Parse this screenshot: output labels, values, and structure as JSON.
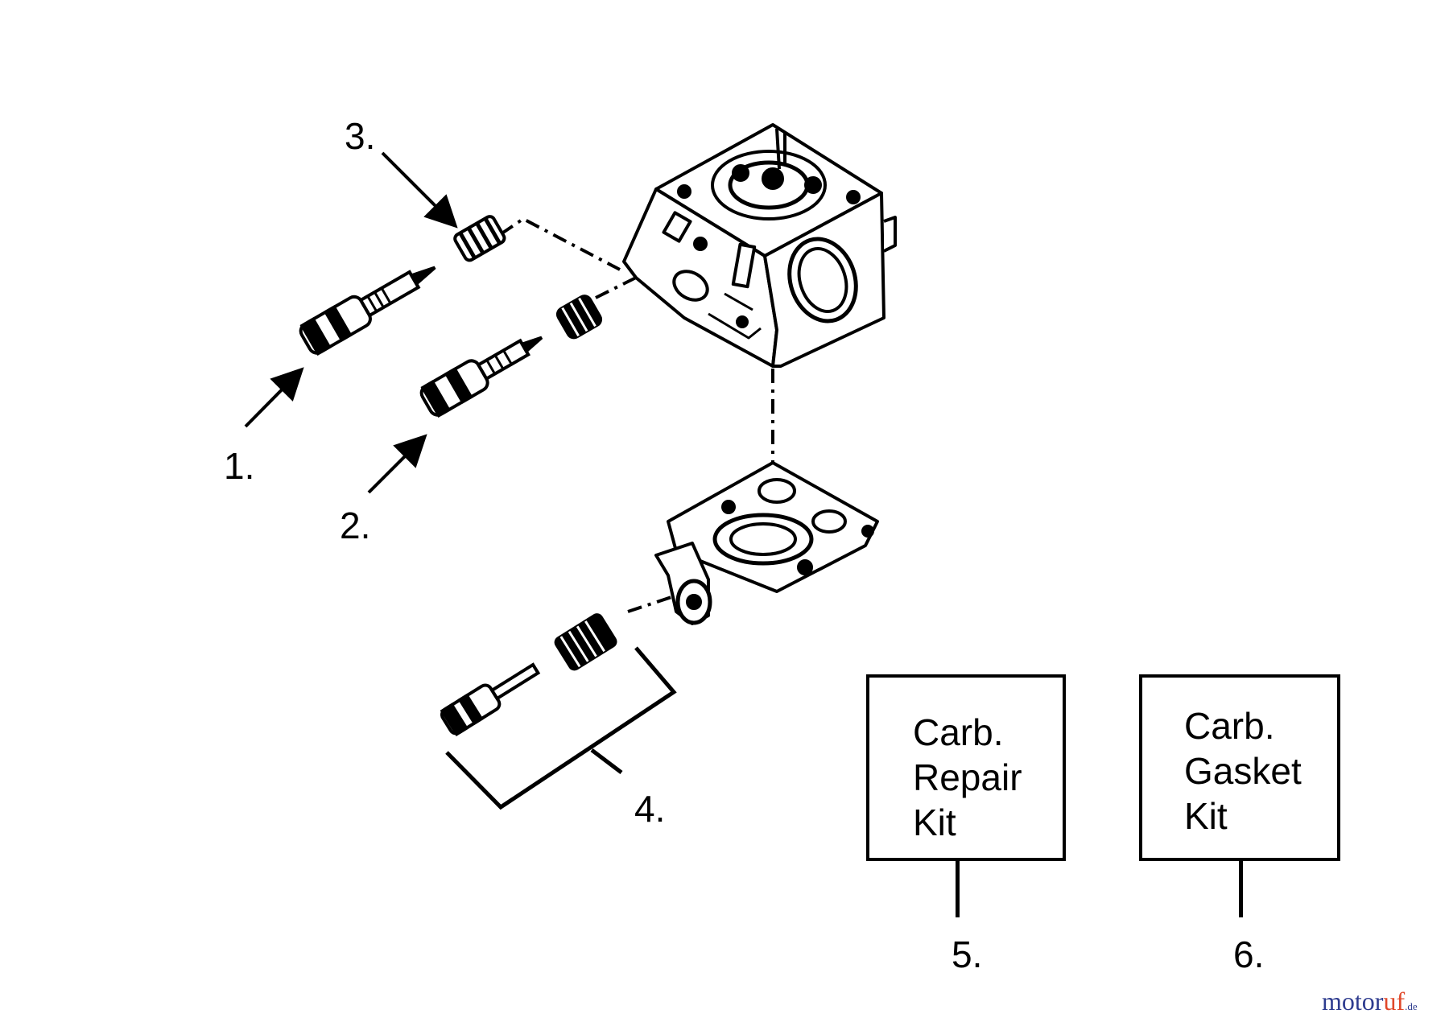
{
  "callouts": {
    "c1": "1.",
    "c2": "2.",
    "c3": "3.",
    "c4": "4.",
    "c5": "5.",
    "c6": "6."
  },
  "kits": {
    "repair": [
      "Carb.",
      "Repair",
      "Kit"
    ],
    "gasket": [
      "Carb.",
      "Gasket",
      "Kit"
    ]
  },
  "watermark": {
    "part1": "motor",
    "part2": "uf",
    "part3": ".de"
  },
  "colors": {
    "ink": "#000000",
    "watermark_blue": "#2e3c8f",
    "watermark_red": "#e0482a"
  }
}
